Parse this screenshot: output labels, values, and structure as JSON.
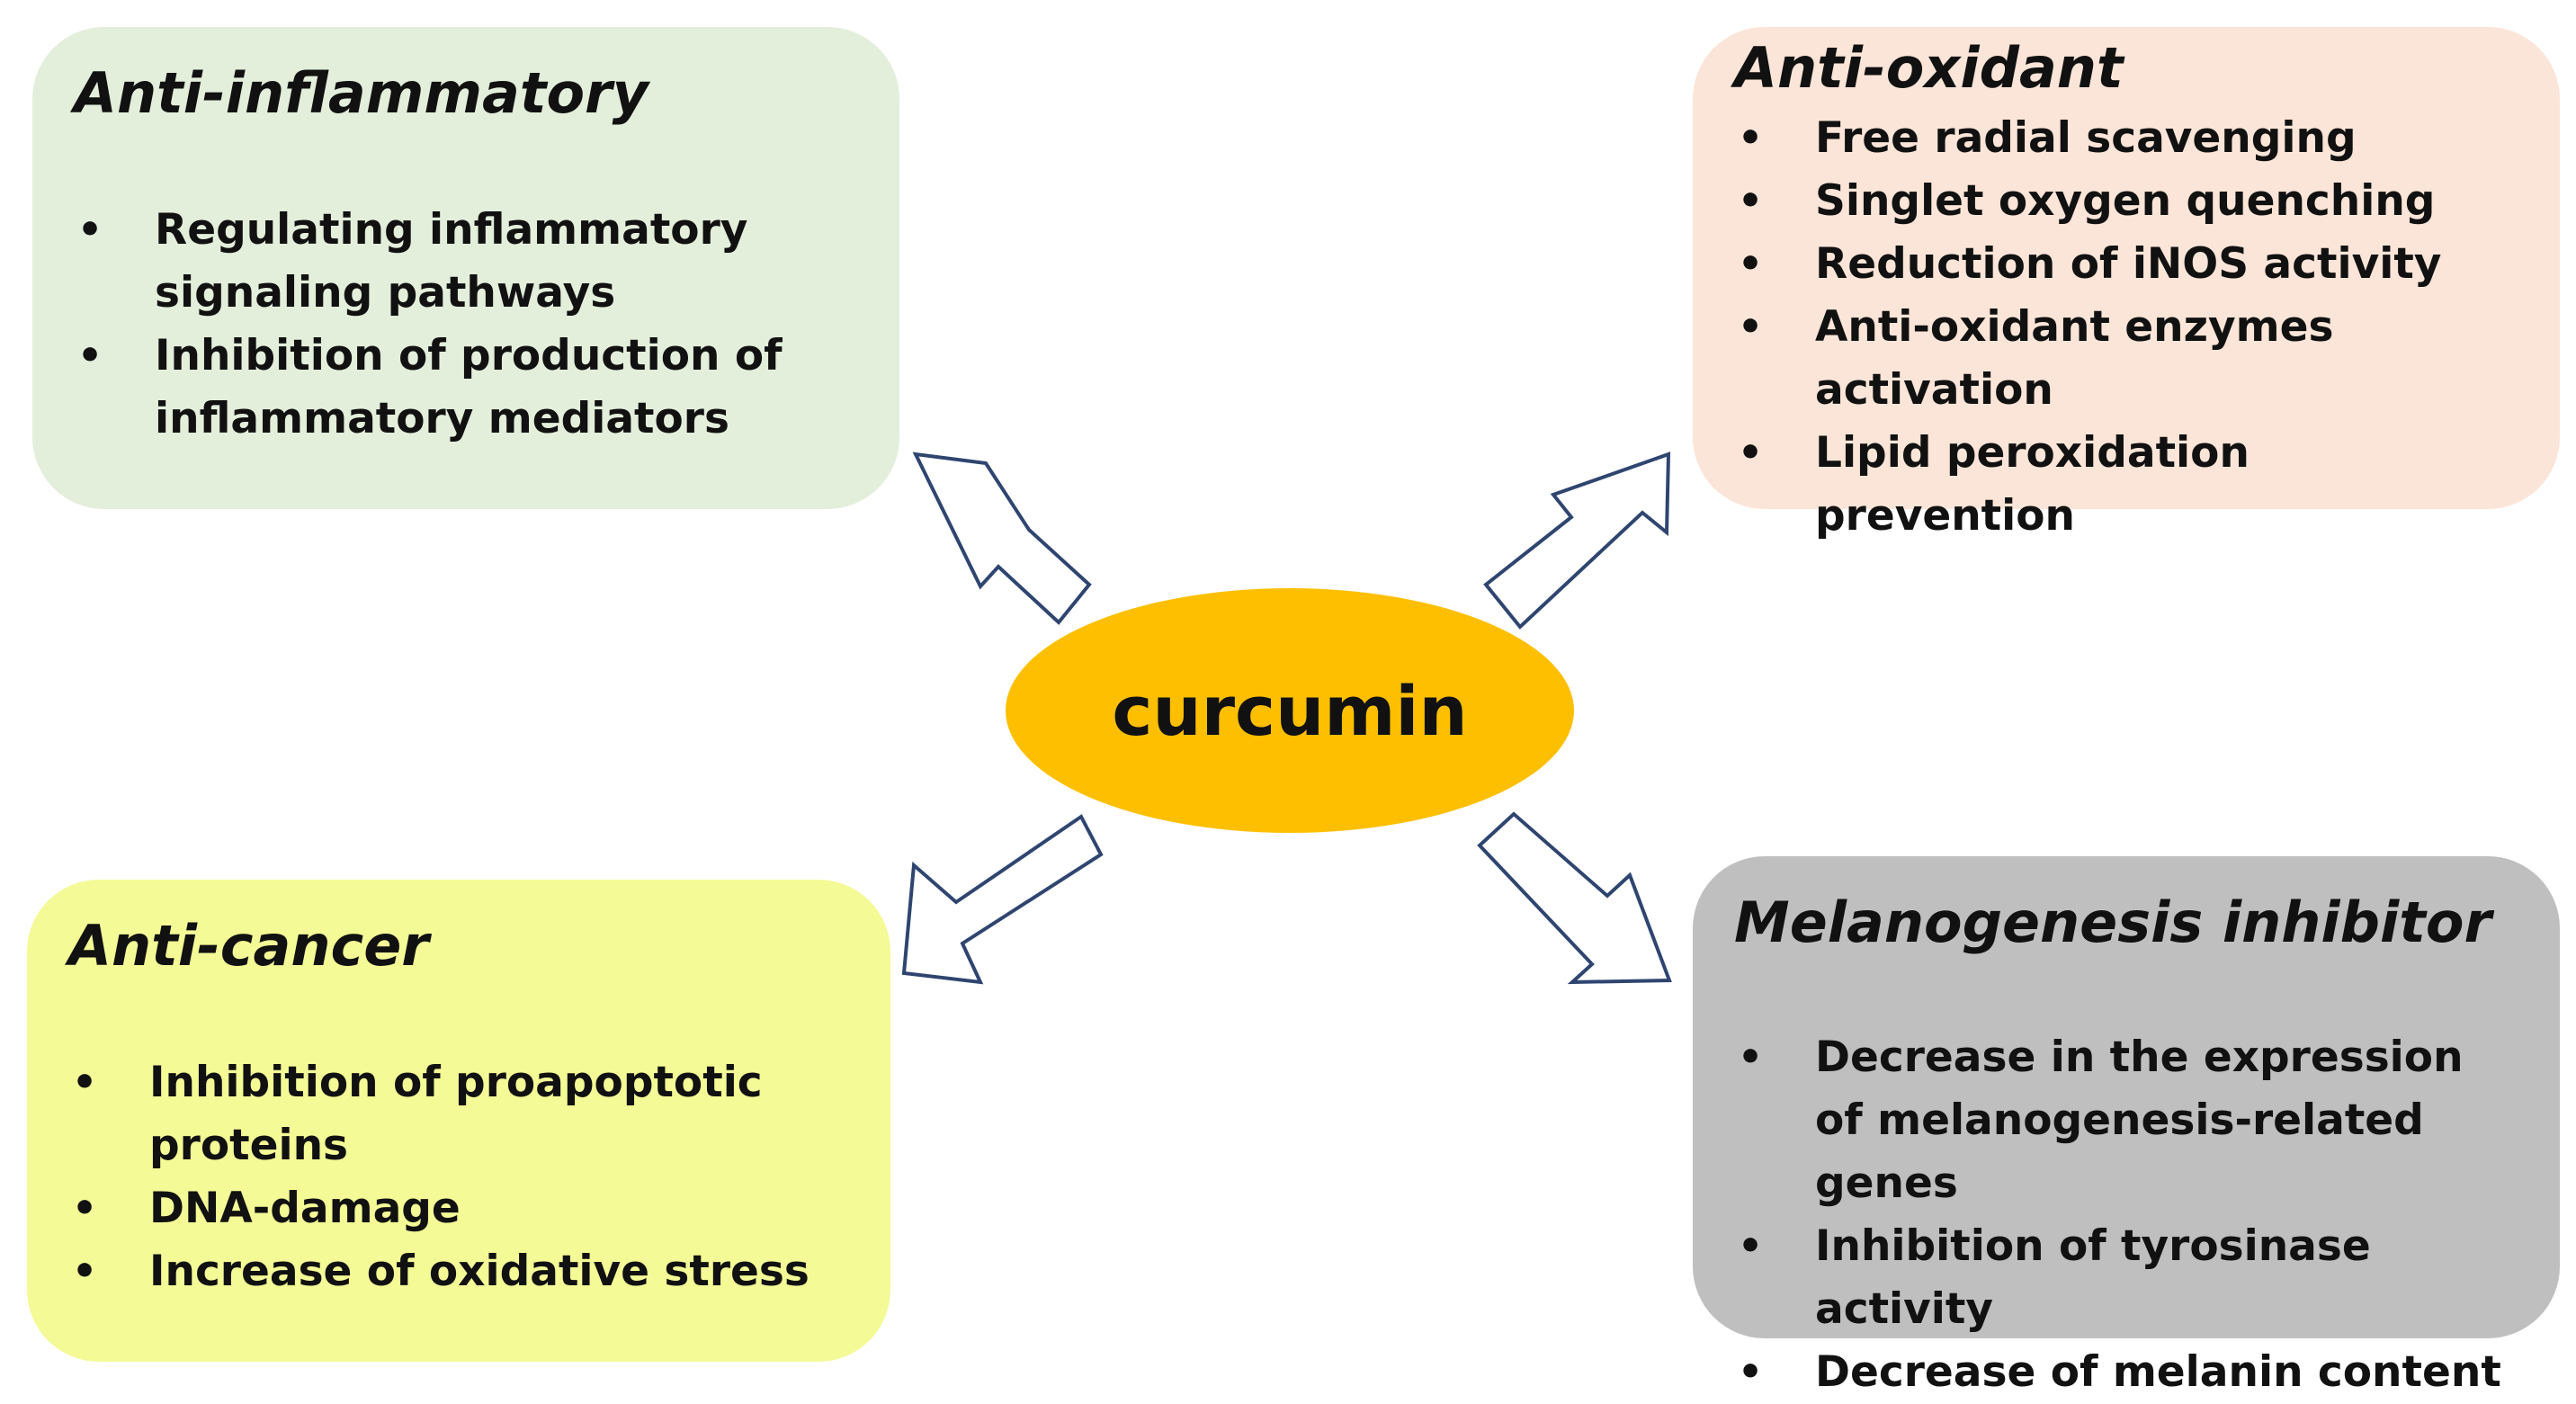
{
  "center": {
    "label": "curcumin"
  },
  "boxes": {
    "anti_inflammatory": {
      "title": "Anti-inflammatory",
      "items": [
        "Regulating inflammatory signaling pathways",
        "Inhibition of production of inflammatory mediators"
      ]
    },
    "anti_oxidant": {
      "title": "Anti-oxidant",
      "items": [
        "Free radial scavenging",
        "Singlet oxygen quenching",
        "Reduction of iNOS activity",
        "Anti-oxidant enzymes activation",
        "Lipid peroxidation prevention"
      ]
    },
    "anti_cancer": {
      "title": "Anti-cancer",
      "items": [
        "Inhibition of proapoptotic proteins",
        "DNA-damage",
        "Increase of oxidative stress"
      ]
    },
    "melanogenesis": {
      "title": "Melanogenesis inhibitor",
      "items": [
        "Decrease in the expression of melanogenesis-related genes",
        "Inhibition of tyrosinase activity",
        "Decrease of melanin content"
      ]
    }
  },
  "colors": {
    "anti_inflammatory_fill": "#e3eedb",
    "anti_oxidant_fill": "#fbe5d8",
    "anti_cancer_fill": "#f4fa96",
    "melanogenesis_fill": "#bfbfbf",
    "center_fill": "#fdbf00",
    "arrow_stroke": "#2f4570"
  }
}
